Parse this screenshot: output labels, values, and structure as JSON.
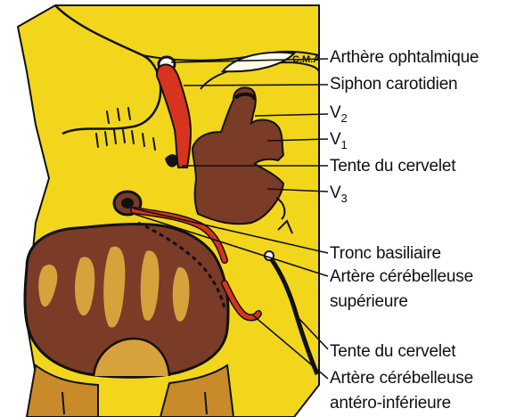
{
  "signature": "C.M.A",
  "colors": {
    "background": "#f2d61c",
    "brain": "#7a3b27",
    "artery": "#d8331f",
    "stripe": "#d7a23c",
    "outline": "#111111"
  },
  "labels": {
    "ophthalmic_artery": "Arthère ophtalmique",
    "carotid_siphon": "Siphon carotidien",
    "v2": {
      "letter": "V",
      "index": "2"
    },
    "v1": {
      "letter": "V",
      "index": "1"
    },
    "tentorium_upper": "Tente du cervelet",
    "v3": {
      "letter": "V",
      "index": "3"
    },
    "basilar_trunk": "Tronc basiliaire",
    "superior_cerebellar_artery": [
      "Artère cérébelleuse",
      "supérieure"
    ],
    "tentorium_lower": "Tente du cervelet",
    "anterior_inferior_cerebellar_artery": [
      "Artère cérébelleuse",
      "antéro-inférieure"
    ]
  }
}
